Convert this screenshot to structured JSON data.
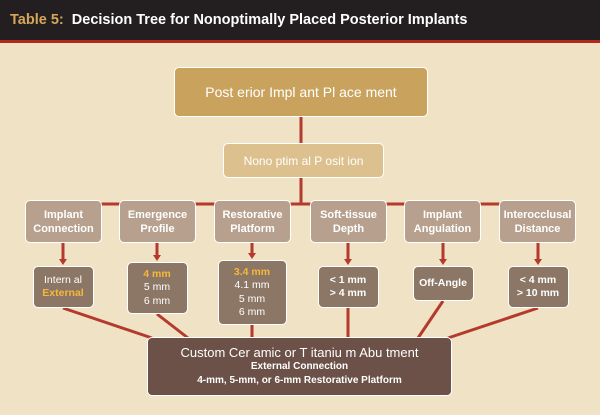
{
  "header": {
    "label": "Table 5:",
    "title": "Decision Tree for Nonoptimally Placed Posterior Implants"
  },
  "root": "Post erior Impl ant Pl ace ment",
  "second": "Nono ptim al P osit ion",
  "categories": [
    {
      "line1": "Implant",
      "line2": "Connection",
      "values": [
        {
          "text": "Intern al",
          "hl": false,
          "bold": false
        },
        {
          "text": "External",
          "hl": true,
          "bold": true
        }
      ]
    },
    {
      "line1": "Emergence",
      "line2": "Profile",
      "values": [
        {
          "text": "4 mm",
          "hl": true
        },
        {
          "text": "5 mm"
        },
        {
          "text": "6 mm"
        }
      ]
    },
    {
      "line1": "Restorative",
      "line2": "Platform",
      "values": [
        {
          "text": "3.4 mm",
          "hl": true
        },
        {
          "text": "4.1 mm"
        },
        {
          "text": "5 mm"
        },
        {
          "text": "6 mm"
        }
      ]
    },
    {
      "line1": "Soft-tissue",
      "line2": "Depth",
      "values": [
        {
          "text": "< 1 mm",
          "bold": true
        },
        {
          "text": "> 4 mm",
          "bold": true
        }
      ]
    },
    {
      "line1": "Implant",
      "line2": "Angulation",
      "values": [
        {
          "text": "Off-Angle",
          "bold": true
        }
      ]
    },
    {
      "line1": "Interocclusal",
      "line2": "Distance",
      "values": [
        {
          "text": "< 4 mm",
          "bold": true
        },
        {
          "text": "> 10 mm",
          "bold": true
        }
      ]
    }
  ],
  "result": {
    "main": "Custom Cer  amic  or T itaniu m Abu tment",
    "line2": "External Connection",
    "line3": "4-mm, 5-mm, or 6-mm Restorative Platform"
  },
  "colors": {
    "line": "#b33a2c",
    "highlight": "#f6b83a"
  }
}
